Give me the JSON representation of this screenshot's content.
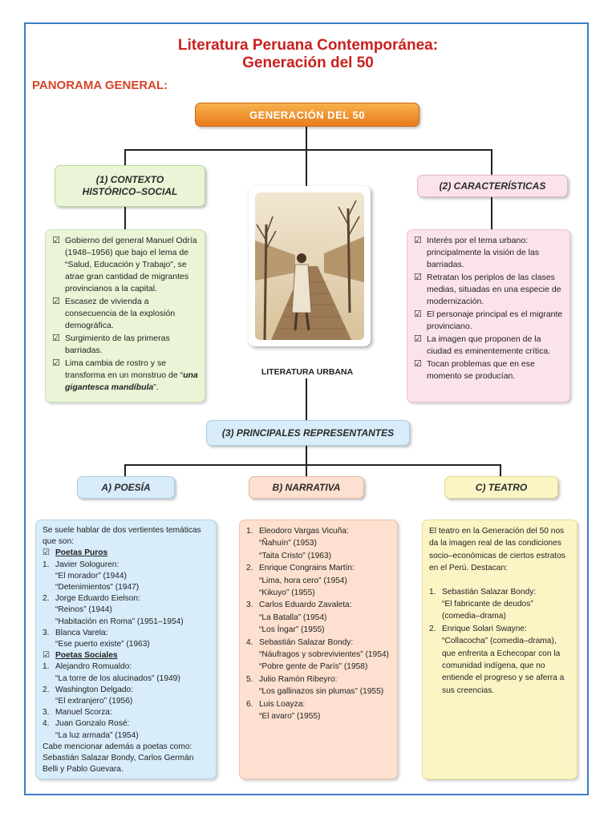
{
  "title_line1": "Literatura Peruana Contemporánea:",
  "title_line2": "Generación del 50",
  "panorama": "PANORAMA GENERAL:",
  "center_label": "GENERACIÓN DEL 50",
  "contexto": {
    "label_line1": "(1) CONTEXTO",
    "label_line2": "HISTÓRICO–SOCIAL",
    "items": [
      "Gobierno del general Manuel Odría (1948–1956) que bajo el lema de “Salud, Educación y Trabajo”, se atrae gran cantidad de migrantes provincianos a la capital.",
      "Escasez de vivienda a consecuencia de la explosión demográfica.",
      "Surgimiento de las primeras barriadas."
    ],
    "last_item_prefix": "Lima cambia de rostro y se transforma en un monstruo de “",
    "last_item_emph": "una gigantesca mandíbula",
    "last_item_suffix": "”."
  },
  "caracteristicas": {
    "label": "(2) CARACTERÍSTICAS",
    "items": [
      "Interés por el tema urbano: principalmente la visión de las barriadas.",
      "Retratan los periplos de las clases medias, situadas en una especie de modernización.",
      "El personaje principal es el migrante provinciano.",
      "La imagen que proponen de la ciudad es eminentemente crítica.",
      "Tocan problemas que en ese momento se producían."
    ]
  },
  "literatura_urbana": "LITERATURA URBANA",
  "representantes": "(3) PRINCIPALES REPRESENTANTES",
  "poesia": {
    "label": "A) POESÍA",
    "intro": "Se suele hablar de dos vertientes temáticas que son:",
    "puros_label": "Poetas Puros",
    "puros": [
      {
        "n": "1.",
        "name": "Javier Sologuren:",
        "works": [
          "“El morador” (1944)",
          "“Detenimientos” (1947)"
        ]
      },
      {
        "n": "2.",
        "name": "Jorge Eduardo Eielson:",
        "works": [
          "“Reinos” (1944)",
          "“Habitación en Roma” (1951–1954)"
        ]
      },
      {
        "n": "3.",
        "name": "Blanca Varela:",
        "works": [
          "“Ese puerto existe” (1963)"
        ]
      }
    ],
    "sociales_label": "Poetas Sociales",
    "sociales": [
      {
        "n": "1.",
        "name": "Alejandro Romualdo:",
        "works": [
          "“La torre de los alucinados” (1949)"
        ]
      },
      {
        "n": "2.",
        "name": "Washington Delgado:",
        "works": [
          "“El extranjero” (1956)"
        ]
      },
      {
        "n": "3.",
        "name": "Manuel Scorza:",
        "works": []
      },
      {
        "n": "4.",
        "name": "Juan Gonzalo Rosé:",
        "works": [
          "“La luz armada” (1954)"
        ]
      }
    ],
    "closing": "Cabe mencionar además a poetas como: Sebastián Salazar Bondy, Carlos Germán Belli y Pablo Guevara."
  },
  "narrativa": {
    "label": "B) NARRATIVA",
    "authors": [
      {
        "n": "1.",
        "name": "Eleodoro Vargas Vicuña:",
        "works": [
          "“Ñahuín” (1953)",
          "“Taita Cristo” (1963)"
        ]
      },
      {
        "n": "2.",
        "name": "Enrique Congrains Martín:",
        "works": [
          "“Lima, hora cero” (1954)",
          "“Kikuyo” (1955)"
        ]
      },
      {
        "n": "3.",
        "name": "Carlos Eduardo Zavaleta:",
        "works": [
          "“La Batalla” (1954)",
          "“Los Íngar” (1955)"
        ]
      },
      {
        "n": "4.",
        "name": "Sebastián Salazar Bondy:",
        "works": [
          "“Náufragos y sobrevivientes” (1954)",
          "“Pobre gente de París” (1958)"
        ]
      },
      {
        "n": "5.",
        "name": "Julio Ramón Ribeyro:",
        "works": [
          "“Los gallinazos sin plumas” (1955)"
        ]
      },
      {
        "n": "6.",
        "name": "Luis Loayza:",
        "works": [
          "“El avaro” (1955)"
        ]
      }
    ]
  },
  "teatro": {
    "label": "C) TEATRO",
    "intro": "El teatro en la Generación del 50 nos da la imagen real de las condiciones socio–económicas de ciertos estratos en el Perú. Destacan:",
    "authors": [
      {
        "n": "1.",
        "name": "Sebastián Salazar Bondy:",
        "lines": [
          "“El fabricante de deudos”",
          "(comedia–drama)"
        ]
      },
      {
        "n": "2.",
        "name": "Enrique Solari Swayne:",
        "lines": [
          "“Collacocha” (comedia–drama), que enfrenta a Echecopar con la comunidad indígena, que no entiende el progreso y se aferra a sus creencias."
        ]
      }
    ]
  },
  "colors": {
    "frame": "#3a7fc4",
    "title": "#c8201f",
    "panorama": "#d6452b",
    "center": "#ef8d2a",
    "green_box": "#e9f5d6",
    "pink_box": "#fbe3ec",
    "blue_box": "#d8ecfa",
    "peach_box": "#fde0cf",
    "yellow_box": "#fbf5c6"
  }
}
